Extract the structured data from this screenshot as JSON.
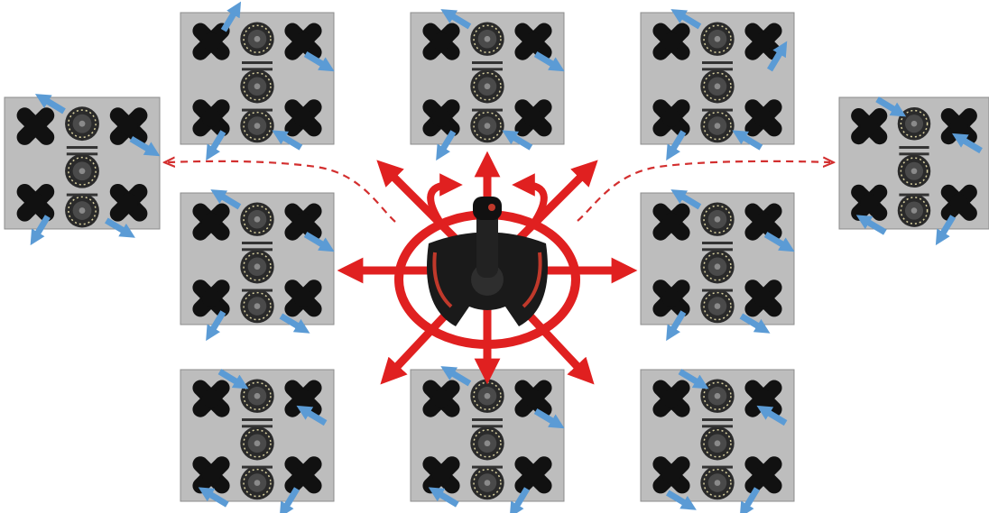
{
  "colors": {
    "background": "#ffffff",
    "plate": "#bdbdbd",
    "plate_edge": "#8c8c8c",
    "rotor_arm": "#111111",
    "motor_outer": "#2a2a2a",
    "motor_ring": "#d8d0a0",
    "motor_inner": "#4a4a4a",
    "thrust_arrow": "#5b9bd5",
    "control_arrow": "#e02020",
    "joystick_body": "#1a1a1a",
    "joystick_accent": "#c0392b",
    "link_arrow": "#d32f2f"
  },
  "diagram": {
    "center_device": "joystick-icon",
    "joystick_directions": [
      "up",
      "down",
      "left",
      "right",
      "up-left",
      "up-right",
      "down-left",
      "down-right",
      "rotate-left",
      "rotate-right"
    ],
    "platform_configs": [
      {
        "id": "top-left",
        "arrows": [
          "up",
          "right",
          "down",
          "left"
        ]
      },
      {
        "id": "top-center",
        "arrows": [
          "left",
          "right",
          "down",
          "left"
        ]
      },
      {
        "id": "top-right",
        "arrows": [
          "left",
          "up",
          "down",
          "left"
        ]
      },
      {
        "id": "mid-left-outer",
        "arrows": [
          "left",
          "right",
          "down",
          "right"
        ]
      },
      {
        "id": "mid-left",
        "arrows": [
          "left",
          "right",
          "down",
          "right"
        ]
      },
      {
        "id": "mid-right",
        "arrows": [
          "left",
          "right",
          "down",
          "right"
        ]
      },
      {
        "id": "mid-right-outer",
        "arrows": [
          "right",
          "left",
          "left",
          "down"
        ]
      },
      {
        "id": "bottom-left",
        "arrows": [
          "right",
          "left",
          "left",
          "down"
        ]
      },
      {
        "id": "bottom-center",
        "arrows": [
          "left",
          "right",
          "left",
          "down"
        ]
      },
      {
        "id": "bottom-right",
        "arrows": [
          "right",
          "left",
          "right",
          "down"
        ]
      }
    ]
  }
}
